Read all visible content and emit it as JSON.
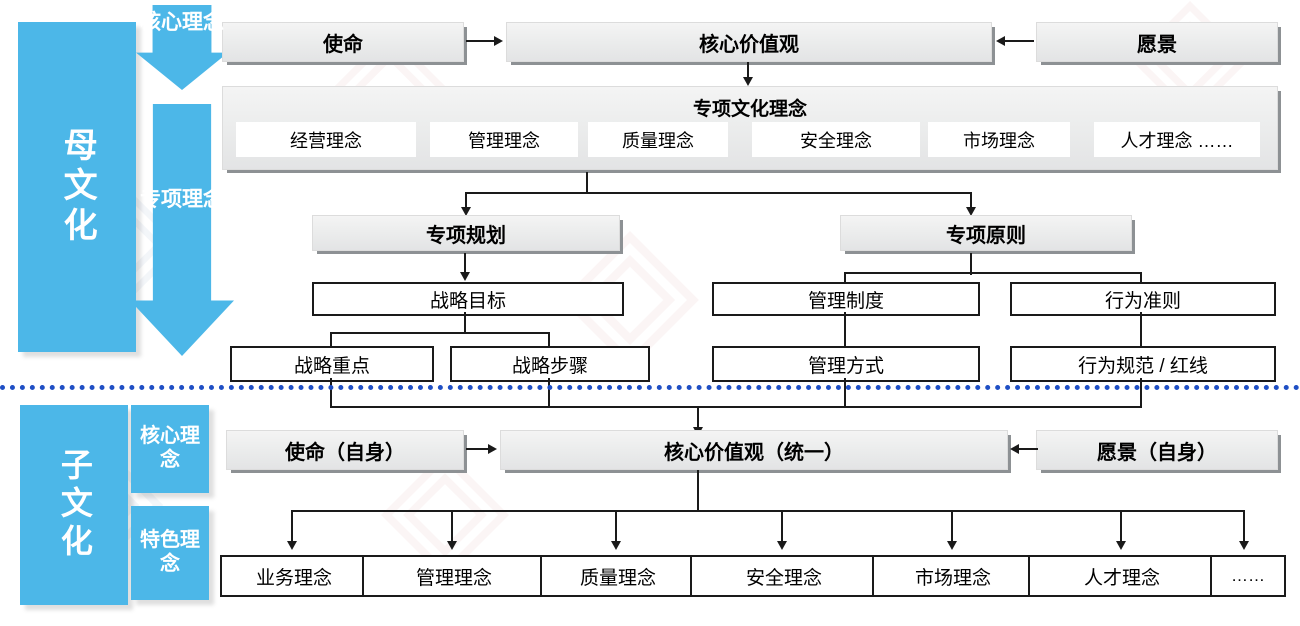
{
  "colors": {
    "blue": "#4cb7e8",
    "divider": "#1f4fc4",
    "box_fill": "#ececed",
    "line": "#1a1a1a"
  },
  "parent_culture": {
    "side_label": "母文化",
    "bands": [
      {
        "name": "核心理念",
        "shape": "down-arrow"
      },
      {
        "name": "专项理念",
        "shape": "down-arrow"
      }
    ],
    "top_row": [
      {
        "label": "使命"
      },
      {
        "label": "核心价值观"
      },
      {
        "label": "愿景"
      }
    ],
    "special_culture": {
      "title": "专项文化理念",
      "items": [
        "经营理念",
        "管理理念",
        "质量理念",
        "安全理念",
        "市场理念",
        "人才理念  ……"
      ]
    },
    "branches": [
      {
        "title": "专项规划",
        "level2": [
          "战略目标"
        ],
        "level3": [
          "战略重点",
          "战略步骤"
        ]
      },
      {
        "title": "专项原则",
        "level2": [
          "管理制度",
          "行为准则"
        ],
        "level3": [
          "管理方式",
          "行为规范 / 红线"
        ]
      }
    ]
  },
  "sub_culture": {
    "side_label": "子文化",
    "bands": [
      {
        "name": "核心理念"
      },
      {
        "name": "特色理念"
      }
    ],
    "top_row": [
      {
        "label": "使命（自身）"
      },
      {
        "label": "核心价值观（统一）"
      },
      {
        "label": "愿景（自身）"
      }
    ],
    "concepts": [
      "业务理念",
      "管理理念",
      "质量理念",
      "安全理念",
      "市场理念",
      "人才理念",
      "……"
    ]
  }
}
